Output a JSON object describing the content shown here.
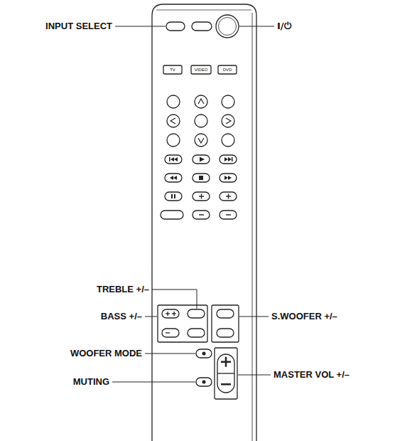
{
  "diagram": {
    "labels": [
      "INPUT SELECT",
      "I/⏻",
      "TV",
      "VIDEO",
      "DVD",
      "TREBLE +/–",
      "BASS +/–",
      "S.WOOFER +/–",
      "WOOFER MODE",
      "MASTER VOL +/–",
      "MUTING"
    ]
  }
}
